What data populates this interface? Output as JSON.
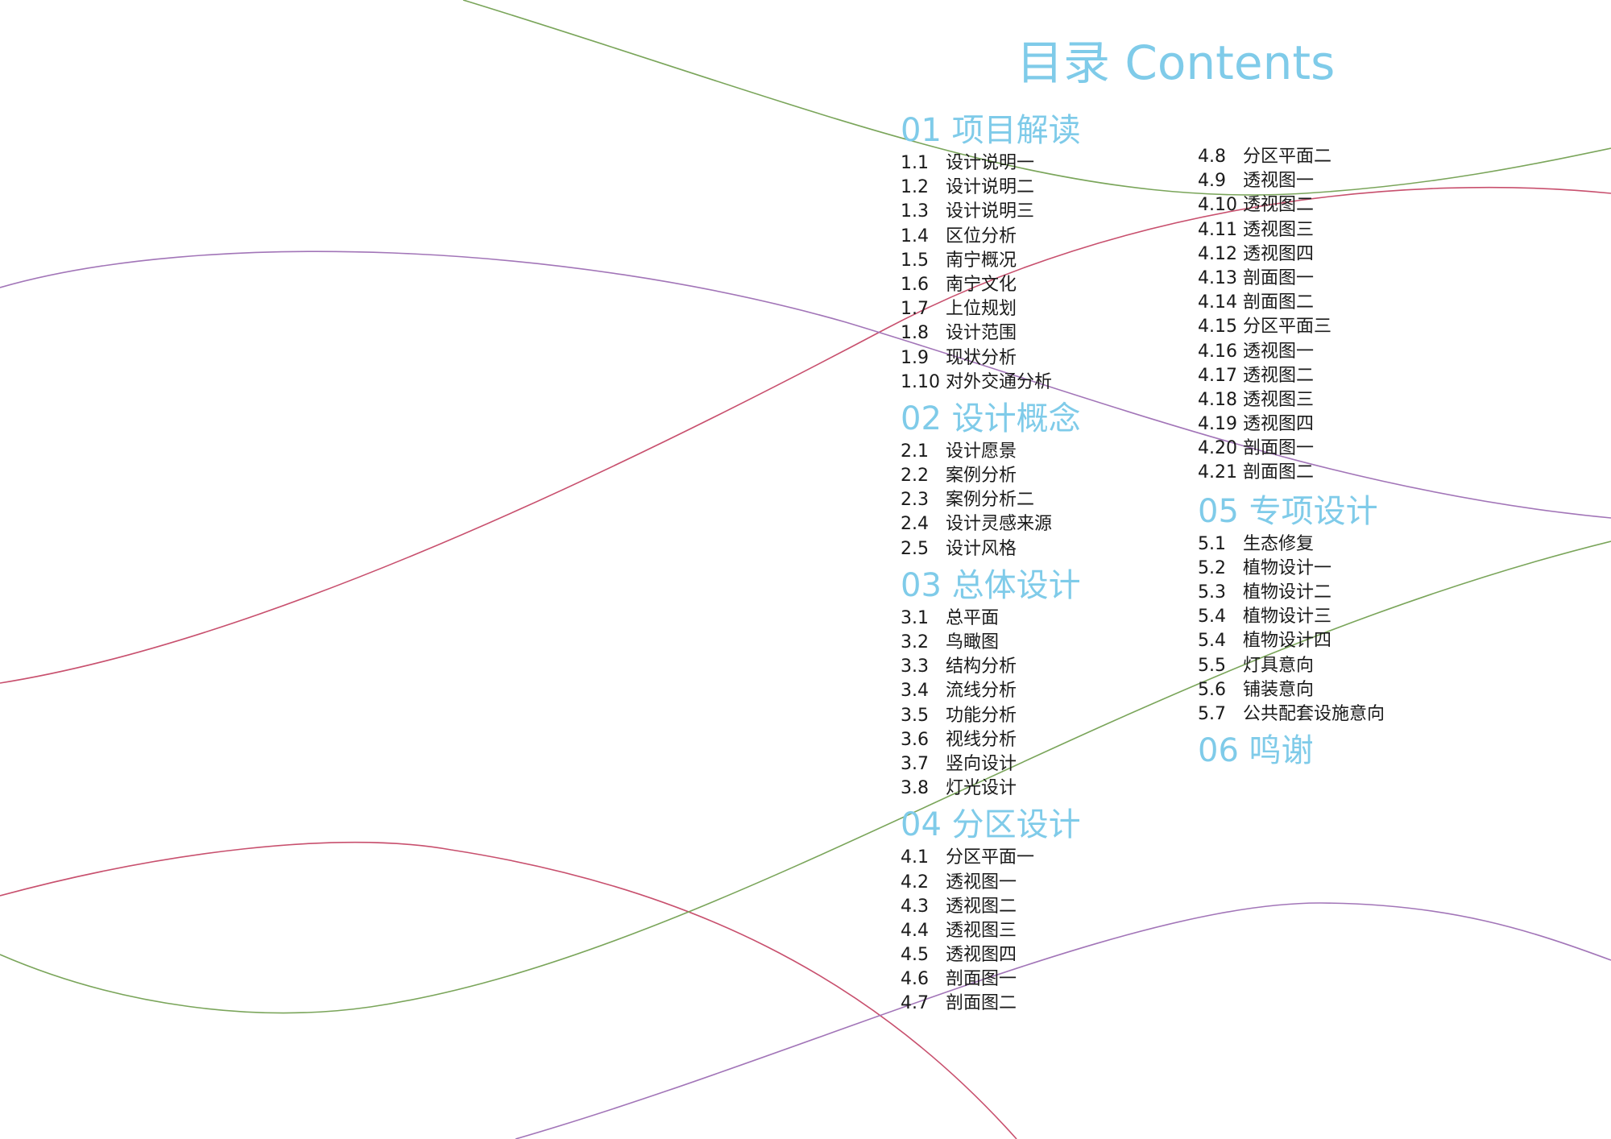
{
  "page": {
    "title": "目录 Contents",
    "accent_color": "#7fcbe9",
    "text_color": "#1a1a1a",
    "curve_colors": [
      "#7aa55a",
      "#c8506e",
      "#a275b8"
    ]
  },
  "columns": [
    {
      "sections": [
        {
          "title": "01 项目解读",
          "entries": [
            {
              "num": "1.1",
              "label": "设计说明一"
            },
            {
              "num": "1.2",
              "label": "设计说明二"
            },
            {
              "num": "1.3",
              "label": "设计说明三"
            },
            {
              "num": "1.4",
              "label": "区位分析"
            },
            {
              "num": "1.5",
              "label": "南宁概况"
            },
            {
              "num": "1.6",
              "label": "南宁文化"
            },
            {
              "num": "1.7",
              "label": "上位规划"
            },
            {
              "num": "1.8",
              "label": "设计范围"
            },
            {
              "num": "1.9",
              "label": "现状分析"
            },
            {
              "num": "1.10",
              "label": "对外交通分析"
            }
          ]
        },
        {
          "title": "02 设计概念",
          "entries": [
            {
              "num": "2.1",
              "label": "设计愿景"
            },
            {
              "num": "2.2",
              "label": "案例分析"
            },
            {
              "num": "2.3",
              "label": "案例分析二"
            },
            {
              "num": "2.4",
              "label": "设计灵感来源"
            },
            {
              "num": "2.5",
              "label": "设计风格"
            }
          ]
        },
        {
          "title": "03 总体设计",
          "entries": [
            {
              "num": "3.1",
              "label": "总平面"
            },
            {
              "num": "3.2",
              "label": "鸟瞰图"
            },
            {
              "num": "3.3",
              "label": "结构分析"
            },
            {
              "num": "3.4",
              "label": "流线分析"
            },
            {
              "num": "3.5",
              "label": "功能分析"
            },
            {
              "num": "3.6",
              "label": "视线分析"
            },
            {
              "num": "3.7",
              "label": "竖向设计"
            },
            {
              "num": "3.8",
              "label": "灯光设计"
            }
          ]
        },
        {
          "title": "04 分区设计",
          "entries": [
            {
              "num": "4.1",
              "label": "分区平面一"
            },
            {
              "num": "4.2",
              "label": "透视图一"
            },
            {
              "num": "4.3",
              "label": "透视图二"
            },
            {
              "num": "4.4",
              "label": "透视图三"
            },
            {
              "num": "4.5",
              "label": "透视图四"
            },
            {
              "num": "4.6",
              "label": "剖面图一"
            },
            {
              "num": "4.7",
              "label": "剖面图二"
            }
          ]
        }
      ]
    },
    {
      "sections": [
        {
          "title": "",
          "entries": [
            {
              "num": "4.8",
              "label": "分区平面二"
            },
            {
              "num": "4.9",
              "label": "透视图一"
            },
            {
              "num": "4.10",
              "label": "透视图二"
            },
            {
              "num": "4.11",
              "label": "透视图三"
            },
            {
              "num": "4.12",
              "label": "透视图四"
            },
            {
              "num": "4.13",
              "label": "剖面图一"
            },
            {
              "num": "4.14",
              "label": "剖面图二"
            },
            {
              "num": "4.15",
              "label": "分区平面三"
            },
            {
              "num": "4.16",
              "label": "透视图一"
            },
            {
              "num": "4.17",
              "label": "透视图二"
            },
            {
              "num": "4.18",
              "label": "透视图三"
            },
            {
              "num": "4.19",
              "label": "透视图四"
            },
            {
              "num": "4.20",
              "label": "剖面图一"
            },
            {
              "num": "4.21",
              "label": "剖面图二"
            }
          ]
        },
        {
          "title": "05 专项设计",
          "entries": [
            {
              "num": "5.1",
              "label": "生态修复"
            },
            {
              "num": "5.2",
              "label": "植物设计一"
            },
            {
              "num": "5.3",
              "label": "植物设计二"
            },
            {
              "num": "5.4",
              "label": "植物设计三"
            },
            {
              "num": "5.4",
              "label": "植物设计四"
            },
            {
              "num": "5.5",
              "label": "灯具意向"
            },
            {
              "num": "5.6",
              "label": "铺装意向"
            },
            {
              "num": "5.7",
              "label": "公共配套设施意向"
            }
          ]
        },
        {
          "title": "06 鸣谢",
          "entries": []
        }
      ]
    }
  ]
}
